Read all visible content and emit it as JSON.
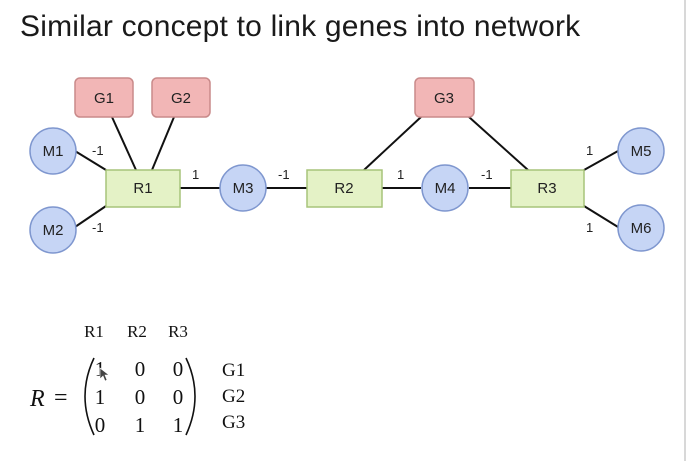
{
  "title": "Similar concept to link genes into network",
  "colors": {
    "gene_fill": "#f2b6b6",
    "gene_stroke": "#c98a8a",
    "reaction_fill": "#e4f2c6",
    "reaction_stroke": "#a7c47a",
    "metabolite_fill": "#c6d5f5",
    "metabolite_stroke": "#7f97cf",
    "edge": "#111111"
  },
  "network": {
    "genes": [
      "G1",
      "G2",
      "G3"
    ],
    "reactions": [
      "R1",
      "R2",
      "R3"
    ],
    "metabolites": [
      "M1",
      "M2",
      "M3",
      "M4",
      "M5",
      "M6"
    ],
    "edge_labels": {
      "m1_r1": "-1",
      "m2_r1": "-1",
      "r1_m3": "1",
      "m3_r2": "-1",
      "r2_m4": "1",
      "m4_r3": "-1",
      "r3_m5": "1",
      "r3_m6": "1"
    }
  },
  "matrix": {
    "symbol": "R",
    "equals": "=",
    "column_headers": [
      "R1",
      "R2",
      "R3"
    ],
    "row_labels": [
      "G1",
      "G2",
      "G3"
    ],
    "rows": [
      [
        "1",
        "0",
        "0"
      ],
      [
        "1",
        "0",
        "0"
      ],
      [
        "0",
        "1",
        "1"
      ]
    ]
  }
}
